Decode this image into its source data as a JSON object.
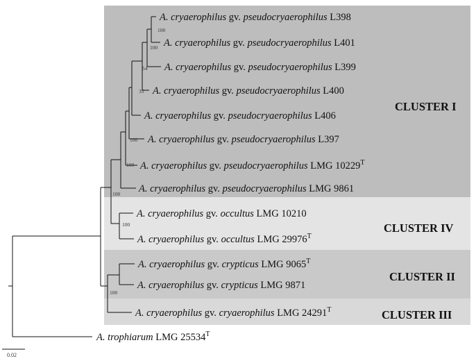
{
  "tree": {
    "leaves": [
      {
        "id": "l398",
        "italic": "A. cryaerophilus",
        "gv": "gv.",
        "epithet": "pseudocryaerophilus",
        "strain": "L398",
        "sup": ""
      },
      {
        "id": "l401",
        "italic": "A. cryaerophilus",
        "gv": "gv.",
        "epithet": "pseudocryaerophilus",
        "strain": "L401",
        "sup": ""
      },
      {
        "id": "l399",
        "italic": "A. cryaerophilus",
        "gv": "gv.",
        "epithet": "pseudocryaerophilus",
        "strain": "L399",
        "sup": ""
      },
      {
        "id": "l400",
        "italic": "A. cryaerophilus",
        "gv": "gv.",
        "epithet": "pseudocryaerophilus",
        "strain": "L400",
        "sup": ""
      },
      {
        "id": "l406",
        "italic": "A. cryaerophilus",
        "gv": "gv.",
        "epithet": "pseudocryaerophilus",
        "strain": "L406",
        "sup": ""
      },
      {
        "id": "l397",
        "italic": "A. cryaerophilus",
        "gv": "gv.",
        "epithet": "pseudocryaerophilus",
        "strain": "L397",
        "sup": ""
      },
      {
        "id": "lmg10229",
        "italic": "A. cryaerophilus",
        "gv": "gv.",
        "epithet": "pseudocryaerophilus",
        "strain": "LMG 10229",
        "sup": "T"
      },
      {
        "id": "lmg9861",
        "italic": "A. cryaerophilus",
        "gv": "gv.",
        "epithet": "pseudocryaerophilus",
        "strain": "LMG 9861",
        "sup": ""
      },
      {
        "id": "lmg10210",
        "italic": "A. cryaerophilus",
        "gv": "gv.",
        "epithet": "occultus",
        "strain": "LMG 10210",
        "sup": ""
      },
      {
        "id": "lmg29976",
        "italic": "A. cryaerophilus",
        "gv": "gv.",
        "epithet": "occultus",
        "strain": "LMG 29976",
        "sup": "T"
      },
      {
        "id": "lmg9065",
        "italic": "A. cryaerophilus",
        "gv": "gv.",
        "epithet": "crypticus",
        "strain": "LMG 9065",
        "sup": "T"
      },
      {
        "id": "lmg9871",
        "italic": "A. cryaerophilus",
        "gv": "gv.",
        "epithet": "crypticus",
        "strain": "LMG 9871",
        "sup": ""
      },
      {
        "id": "lmg24291",
        "italic": "A. cryaerophilus",
        "gv": "gv.",
        "epithet": "cryaerophilus",
        "strain": "LMG 24291",
        "sup": "T"
      },
      {
        "id": "lmg25534",
        "italic": "A. trophiarum",
        "gv": "",
        "epithet": "",
        "strain": "LMG 25534",
        "sup": "T"
      }
    ],
    "bootstrap_values": [
      "100",
      "100",
      "54",
      "35",
      "100",
      "100",
      "100",
      "100",
      "100"
    ],
    "clusters": [
      {
        "label": "CLUSTER I",
        "color": "#bdbdbd"
      },
      {
        "label": "CLUSTER IV",
        "color": "#e4e4e4"
      },
      {
        "label": "CLUSTER II",
        "color": "#c9c9c9"
      },
      {
        "label": "CLUSTER III",
        "color": "#d9d9d9"
      }
    ],
    "scale_bar_label": "0.02"
  }
}
